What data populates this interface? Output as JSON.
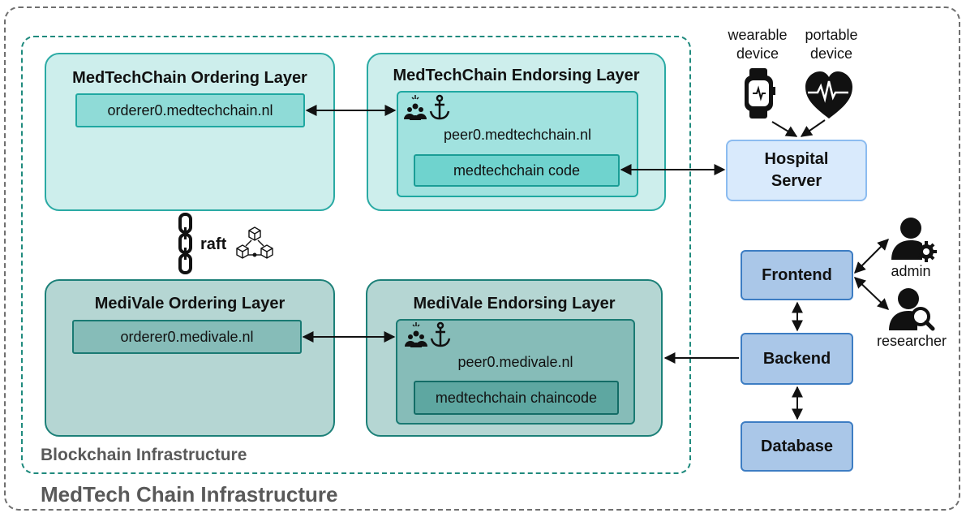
{
  "outer_title": "MedTech Chain Infrastructure",
  "blockchain_title": "Blockchain Infrastructure",
  "medtechchain": {
    "ordering_title": "MedTechChain Ordering Layer",
    "orderer": "orderer0.medtechchain.nl",
    "endorsing_title": "MedTechChain Endorsing Layer",
    "peer": "peer0.medtechchain.nl",
    "code": "medtechchain code"
  },
  "medivale": {
    "ordering_title": "MediVale Ordering Layer",
    "orderer": "orderer0.medivale.nl",
    "endorsing_title": "MediVale Endorsing Layer",
    "peer": "peer0.medivale.nl",
    "code": "medtechchain chaincode"
  },
  "raft_label": "raft",
  "devices": {
    "wearable_line1": "wearable",
    "wearable_line2": "device",
    "portable_line1": "portable",
    "portable_line2": "device"
  },
  "hospital": {
    "line1": "Hospital",
    "line2": "Server"
  },
  "apps": {
    "frontend": "Frontend",
    "backend": "Backend",
    "database": "Database"
  },
  "users": {
    "admin": "admin",
    "researcher": "researcher"
  },
  "icons": [
    "consensus-icon",
    "anchor-icon",
    "chain-link-icon",
    "network-cubes-icon",
    "smartwatch-icon",
    "heart-monitor-icon",
    "user-gear-icon",
    "user-search-icon"
  ],
  "colors": {
    "teal_fill": "#cdeeec",
    "teal_border": "#2aaaa4",
    "sage_fill": "#b5d6d3",
    "sage_border": "#1c8078",
    "app_fill": "#aac7e8",
    "app_border": "#3d7dc3",
    "hospital_fill": "#d9eafc",
    "hospital_border": "#8cbcf0"
  }
}
